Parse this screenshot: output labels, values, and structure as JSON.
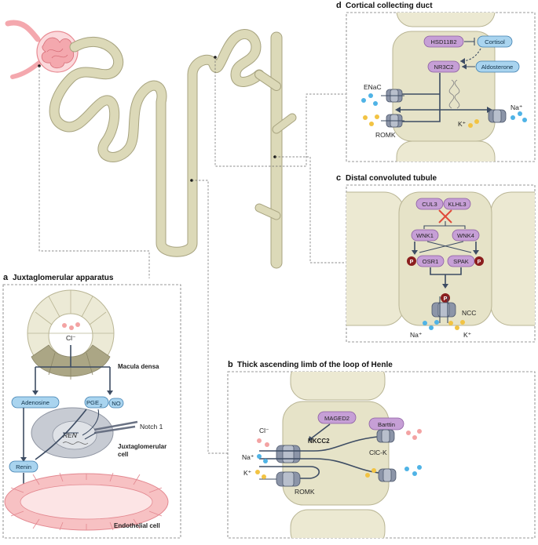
{
  "panels": {
    "d": {
      "letter": "d",
      "title": "Cortical collecting duct",
      "labels": {
        "hsd": "HSD11B2",
        "cortisol": "Cortisol",
        "nr3c2": "NR3C2",
        "aldo": "Aldosterone",
        "enac": "ENaC",
        "romk": "ROMK",
        "na": "Na⁺",
        "k": "K⁺"
      }
    },
    "c": {
      "letter": "c",
      "title": "Distal convoluted tubule",
      "labels": {
        "cul3": "CUL3",
        "klhl3": "KLHL3",
        "wnk1": "WNK1",
        "wnk4": "WNK4",
        "osr1": "OSR1",
        "spak": "SPAK",
        "p": "P",
        "ncc": "NCC",
        "na": "Na⁺",
        "k": "K⁺"
      }
    },
    "b": {
      "letter": "b",
      "title": "Thick ascending limb of the loop of Henle",
      "labels": {
        "maged2": "MAGED2",
        "barttin": "Barttin",
        "nkcc2": "NKCC2",
        "clck": "ClC-K",
        "cl": "Cl⁻",
        "na": "Na⁺",
        "k": "K⁺",
        "romk": "ROMK"
      }
    },
    "a": {
      "letter": "a",
      "title": "Juxtaglomerular apparatus",
      "labels": {
        "cl": "Cl⁻",
        "macula": "Macula densa",
        "adenosine": "Adenosine",
        "pge": "PGE",
        "pge_sub": "2",
        "no": "NO",
        "ren": "REN",
        "notch": "Notch 1",
        "jg1": "Juxtaglomerular",
        "jg2": "cell",
        "renin": "Renin",
        "endo": "Endothelial cell"
      }
    }
  },
  "colors": {
    "tubule": "#dcd9b8",
    "glomerulus": "#f4a8ae",
    "cell": "#e6e3c8",
    "purple": "#c69fd6",
    "blue": "#a9d4ef",
    "na_ion": "#4fb3e6",
    "k_ion": "#f2c343",
    "cl_ion": "#f3a3a3",
    "phospho": "#8b1e1e",
    "inhibit": "#e04a3a"
  }
}
